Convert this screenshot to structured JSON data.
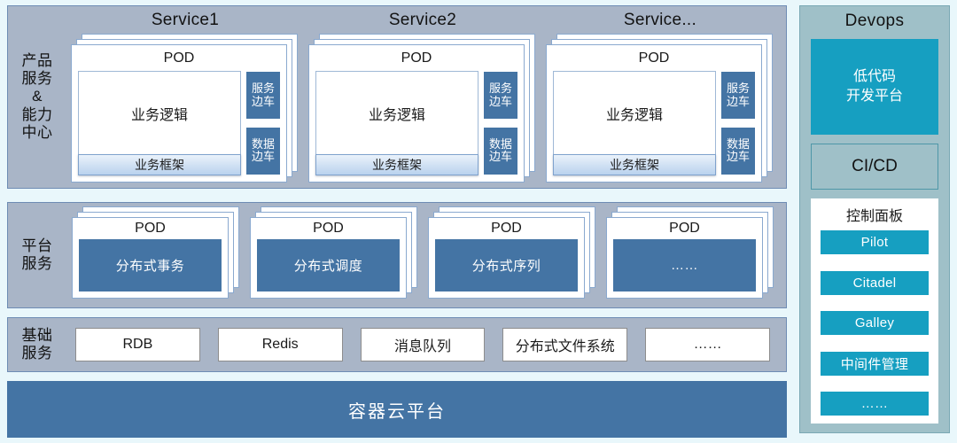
{
  "rows": {
    "services": {
      "label": "产品\n服务\n&\n能力\n中心",
      "columns": [
        {
          "title": "Service1",
          "pod_title": "POD",
          "biz_logic": "业务逻辑",
          "biz_frame": "业务框架",
          "sidecars": [
            "服务\n边车",
            "数据\n边车"
          ]
        },
        {
          "title": "Service2",
          "pod_title": "POD",
          "biz_logic": "业务逻辑",
          "biz_frame": "业务框架",
          "sidecars": [
            "服务\n边车",
            "数据\n边车"
          ]
        },
        {
          "title": "Service...",
          "pod_title": "POD",
          "biz_logic": "业务逻辑",
          "biz_frame": "业务框架",
          "sidecars": [
            "服务\n边车",
            "数据\n边车"
          ]
        }
      ]
    },
    "platform": {
      "label": "平台\n服务",
      "pods": [
        {
          "title": "POD",
          "body": "分布式事务"
        },
        {
          "title": "POD",
          "body": "分布式调度"
        },
        {
          "title": "POD",
          "body": "分布式序列"
        },
        {
          "title": "POD",
          "body": "……"
        }
      ]
    },
    "infra": {
      "label": "基础\n服务",
      "items": [
        "RDB",
        "Redis",
        "消息队列",
        "分布式文件系统",
        "……"
      ]
    }
  },
  "container_platform": {
    "label": "容器云平台"
  },
  "devops": {
    "title": "Devops",
    "lowcode": "低代码\n开发平台",
    "cicd": "CI/CD",
    "control_panel": {
      "title": "控制面板",
      "items": [
        "Pilot",
        "Citadel",
        "Galley",
        "中间件管理",
        "……"
      ]
    }
  },
  "colors": {
    "page_background": "#e9f7fb",
    "row_background": "#a9b5c7",
    "row_border": "#6e8cb4",
    "steel_blue": "#4474a4",
    "accent_cyan": "#169fc1",
    "devops_background": "#9fc0c8",
    "card_white": "#ffffff"
  }
}
